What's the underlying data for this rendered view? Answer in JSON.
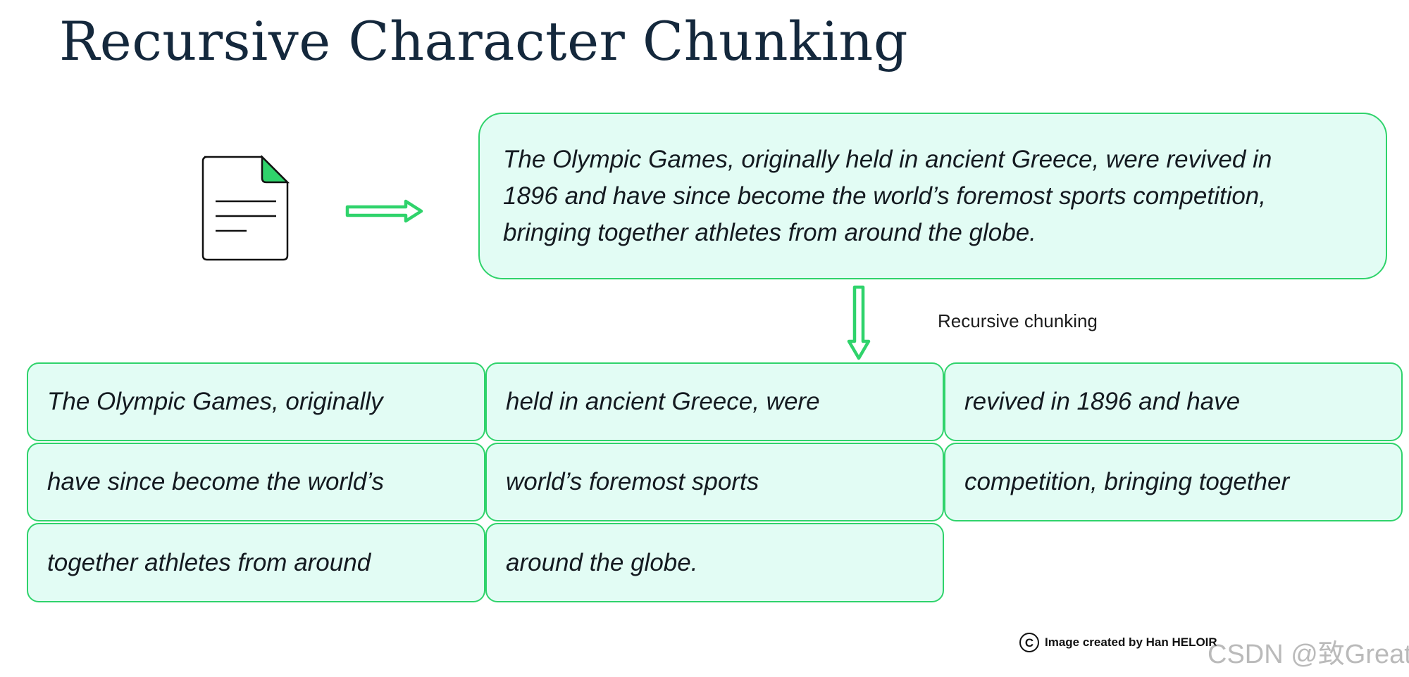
{
  "title": "Recursive Character Chunking",
  "source_text": "The Olympic Games, originally held in ancient Greece, were revived in 1896 and have since become the world’s foremost sports competition, bringing together athletes from around the globe.",
  "source_lines": [
    "The Olympic Games, originally held in ancient Greece, were revived in",
    "1896 and have since become the world’s foremost sports competition,",
    "bringing together athletes from around the globe."
  ],
  "process_label": "Recursive chunking",
  "chunks": [
    "The Olympic Games, originally",
    "held in ancient Greece, were",
    "revived in 1896 and have",
    "have since become the world’s",
    "world’s foremost sports",
    "competition, bringing together",
    "together athletes from around",
    "around the globe."
  ],
  "credit": {
    "icon": "copyright-icon",
    "symbol": "C",
    "text": "Image created by Han HELOIR"
  },
  "watermark": "CSDN @致Great",
  "colors": {
    "accent_green": "#2fd36b",
    "box_fill": "#e2fcf4",
    "title": "#14283c"
  }
}
